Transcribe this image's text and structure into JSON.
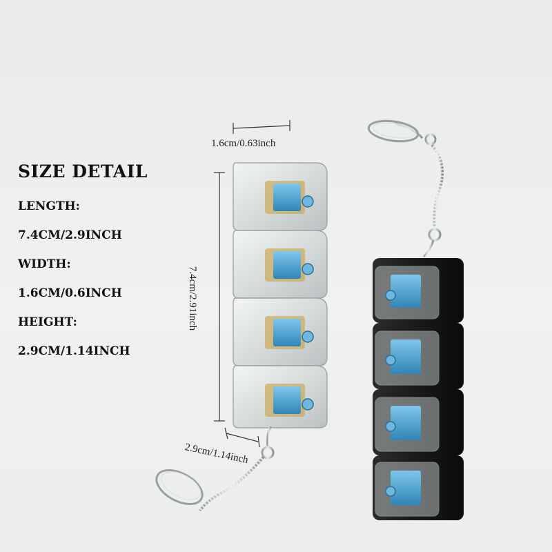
{
  "spec_panel": {
    "title": "SIZE DETAIL",
    "length_label": "LENGTH:",
    "length_value": "7.4CM/2.9INCH",
    "width_label": "WIDTH:",
    "width_value": "1.6CM/0.6INCH",
    "height_label": "HEIGHT:",
    "height_value": "2.9CM/1.14INCH"
  },
  "dimensions": {
    "width_label": "1.6cm/0.63inch",
    "length_label": "7.4cm/2.91inch",
    "height_label": "2.9cm/1.14inch"
  },
  "colors": {
    "switch_stem": "#4aa8d8",
    "clear_housing": "#d8dcdc",
    "black_housing": "#1a1a1a"
  }
}
